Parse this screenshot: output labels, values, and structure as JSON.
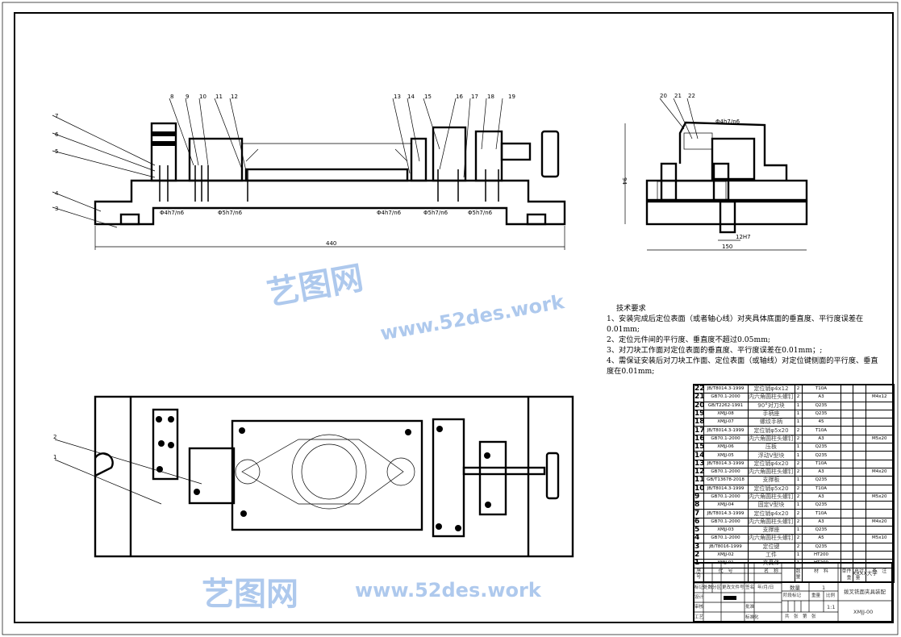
{
  "front_view": {
    "part_labels": [
      "7",
      "6",
      "5",
      "4",
      "3",
      "8",
      "9",
      "10",
      "11",
      "12",
      "13",
      "14",
      "15",
      "16",
      "17",
      "18",
      "19"
    ],
    "fits": [
      "Φ4h7/n6",
      "Φ5h7/n6",
      "Φ4h7/n6",
      "Φ5h7/n6",
      "Φ5h7/n6"
    ],
    "overall_width": "440"
  },
  "side_view": {
    "part_labels": [
      "20",
      "21",
      "22"
    ],
    "fit": "Φ4h7/n6",
    "height": "94",
    "key_width": "12H7",
    "overall_width": "150"
  },
  "top_view": {
    "part_labels": [
      "2",
      "1"
    ]
  },
  "tech_requirements": {
    "title": "技术要求",
    "items": [
      "1、安装完成后定位表面（或者轴心线）对夹具体底面的垂直度、平行度误差在0.01mm;",
      "2、定位元件间的平行度、垂直度不超过0.05mm;",
      "3、对刀块工作面对定位表面的垂直度、平行度误差在0.01mm；;",
      "4、需保证安装后对刀块工作面、定位表面（或轴线）对定位键侧面的平行度、垂直度在0.01mm;"
    ]
  },
  "bom": {
    "rows": [
      [
        "22",
        "JB/T8014.3-1999",
        "定位销φ4x12",
        "2",
        "T10A",
        "",
        "",
        ""
      ],
      [
        "21",
        "GB70.1-2000",
        "内六角圆柱头螺钉",
        "2",
        "A3",
        "",
        "",
        "M4x12"
      ],
      [
        "20",
        "GB/T2262-1991",
        "90°对刀块",
        "1",
        "Q235",
        "",
        "",
        ""
      ],
      [
        "19",
        "XMJJ-08",
        "手柄座",
        "1",
        "Q235",
        "",
        "",
        ""
      ],
      [
        "18",
        "XMJJ-07",
        "螺纹手柄",
        "1",
        "45",
        "",
        "",
        ""
      ],
      [
        "17",
        "JB/T8014.3-1999",
        "定位销φ5x20",
        "2",
        "T10A",
        "",
        "",
        ""
      ],
      [
        "16",
        "GB70.1-2000",
        "内六角圆柱头螺钉",
        "2",
        "A3",
        "",
        "",
        "M5x20"
      ],
      [
        "15",
        "XMJJ-06",
        "压板",
        "1",
        "Q235",
        "",
        "",
        ""
      ],
      [
        "14",
        "XMJJ-05",
        "浮动V型块",
        "1",
        "Q235",
        "",
        "",
        ""
      ],
      [
        "13",
        "JB/T8014.3-1999",
        "定位销φ4x20",
        "2",
        "T10A",
        "",
        "",
        ""
      ],
      [
        "12",
        "GB70.1-2000",
        "内六角圆柱头螺钉",
        "2",
        "A3",
        "",
        "",
        "M4x20"
      ],
      [
        "11",
        "GB/T13678-2018",
        "支撑板",
        "1",
        "Q235",
        "",
        "",
        ""
      ],
      [
        "10",
        "JB/T8014.3-1999",
        "定位销φ5x20",
        "2",
        "T10A",
        "",
        "",
        ""
      ],
      [
        "9",
        "GB70.1-2000",
        "内六角圆柱头螺钉",
        "2",
        "A3",
        "",
        "",
        "M5x20"
      ],
      [
        "8",
        "XMJJ-04",
        "固定V型块",
        "1",
        "Q235",
        "",
        "",
        ""
      ],
      [
        "7",
        "JB/T8014.3-1999",
        "定位销φ4x20",
        "2",
        "T10A",
        "",
        "",
        ""
      ],
      [
        "6",
        "GB70.1-2000",
        "内六角圆柱头螺钉",
        "2",
        "A3",
        "",
        "",
        "M4x20"
      ],
      [
        "5",
        "XMJJ-03",
        "支撑座",
        "1",
        "Q235",
        "",
        "",
        ""
      ],
      [
        "4",
        "GB70.1-2000",
        "内六角圆柱头螺钉",
        "2",
        "A5",
        "",
        "",
        "M5x10"
      ],
      [
        "3",
        "JB/T8016-1999",
        "定位键",
        "2",
        "Q235",
        "",
        "",
        ""
      ],
      [
        "2",
        "XMJJ-02",
        "工件",
        "1",
        "HT200",
        "",
        "",
        ""
      ],
      [
        "1",
        "XMJJ-01",
        "夹具体",
        "1",
        "HT200",
        "",
        "",
        ""
      ]
    ],
    "header": [
      "序号",
      "代　号",
      "名　称",
      "数量",
      "材　料",
      "单件",
      "总计",
      "备　注"
    ],
    "weight_label": "重　量"
  },
  "title_block": {
    "rev_headers": [
      "标记",
      "处数",
      "分区",
      "更改文件号",
      "签名",
      "年/月/日"
    ],
    "roles": [
      "设计",
      "标准化",
      "审核",
      "工艺",
      "批准"
    ],
    "quantity_label": "数量",
    "quantity": "1",
    "stage_label": "阶段标记",
    "weight_label": "重量",
    "scale_label": "比例",
    "scale": "1:1",
    "sheets": "共　张　第　张",
    "school": "XXXX大学",
    "drawing_title": "拨叉铣面夹具装配",
    "drawing_no": "XMJJ-00"
  },
  "watermark": {
    "brand": "艺图网",
    "url": "www.52des.work"
  }
}
